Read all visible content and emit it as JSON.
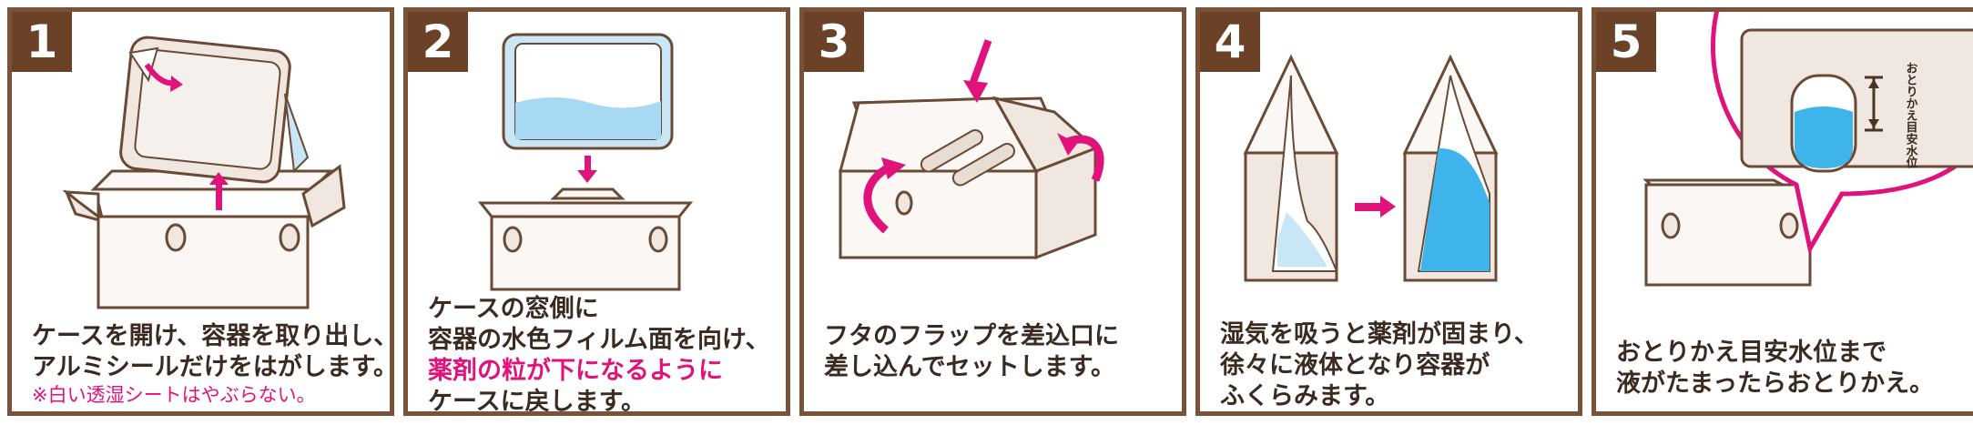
{
  "colors": {
    "frame": "#7a5238",
    "number_bg": "#6b4227",
    "accent": "#e0127c",
    "water": "#3fb4ea",
    "box": "#faf7f4"
  },
  "steps": [
    {
      "number": "1",
      "lines": [
        "ケースを開け、容器を取り出し、",
        "アルミシールだけをはがします。"
      ],
      "note": "※白い透湿シートはやぶらない。"
    },
    {
      "number": "2",
      "lines": [
        "ケースの窓側に",
        "容器の水色フィルム面を向け、"
      ],
      "highlight": "薬剤の粒が下になるように",
      "lines_after": [
        "ケースに戻します。"
      ]
    },
    {
      "number": "3",
      "lines": [
        "フタのフラップを差込口に",
        "差し込んでセットします。"
      ]
    },
    {
      "number": "4",
      "lines": [
        "湿気を吸うと薬剤が固まり、",
        "徐々に液体となり容器が",
        "ふくらみます。"
      ]
    },
    {
      "number": "5",
      "lines": [
        "おとりかえ目安水位まで",
        "液がたまったらおとりかえ。"
      ],
      "gauge_label": "おとりかえ目安水位"
    }
  ]
}
